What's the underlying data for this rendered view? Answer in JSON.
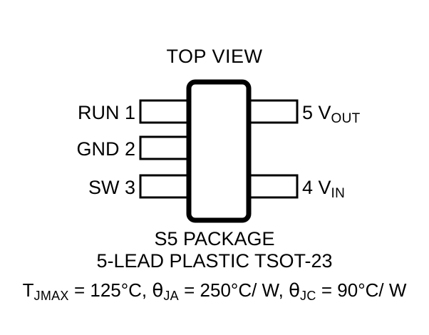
{
  "diagram": {
    "title": "TOP VIEW",
    "package_name": "S5 PACKAGE",
    "package_description": "5-LEAD PLASTIC TSOT-23",
    "body": {
      "shape": "rounded-rectangle",
      "stroke_color": "#000000"
    },
    "pins_left": [
      {
        "label": "RUN 1",
        "name": "RUN",
        "number": "1"
      },
      {
        "label": "GND 2",
        "name": "GND",
        "number": "2"
      },
      {
        "label": "SW 3",
        "name": "SW",
        "number": "3"
      }
    ],
    "pins_right": [
      {
        "number": "5",
        "base": "5 V",
        "subscript": "OUT"
      },
      {
        "number": "4",
        "base": "4 V",
        "subscript": "IN"
      }
    ],
    "thermal": {
      "tjmax_symbol": "T",
      "tjmax_subscript": "JMAX",
      "tjmax_value": " = 125°C, ",
      "theta_ja_symbol": "θ",
      "theta_ja_subscript": "JA",
      "theta_ja_value": " = 250°C/ W, ",
      "theta_jc_symbol": "θ",
      "theta_jc_subscript": "JC",
      "theta_jc_value": " = 90°C/ W"
    }
  },
  "colors": {
    "background": "#ffffff",
    "ink": "#000000"
  }
}
